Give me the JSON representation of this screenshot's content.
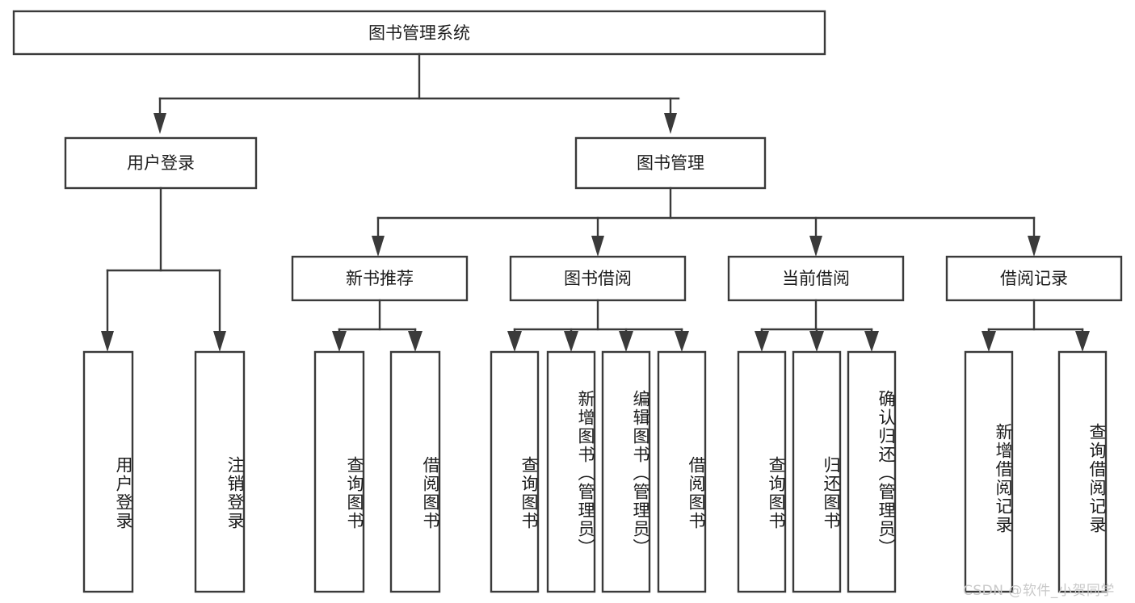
{
  "diagram": {
    "title": "图书管理系统",
    "type": "tree",
    "watermark": "CSDN @软件_小贺同学",
    "colors": {
      "stroke": "#3a3a3a",
      "fill": "#ffffff",
      "text": "#1c1c1c",
      "watermark": "#c9c9c9",
      "background": "#ffffff"
    },
    "root": {
      "label": "图书管理系统"
    },
    "level1": [
      {
        "label": "用户登录"
      },
      {
        "label": "图书管理"
      }
    ],
    "level2": [
      {
        "label": "新书推荐"
      },
      {
        "label": "图书借阅"
      },
      {
        "label": "当前借阅"
      },
      {
        "label": "借阅记录"
      }
    ],
    "leaves": {
      "user_login": [
        {
          "label": "用户登录"
        },
        {
          "label": "注销登录"
        }
      ],
      "new_book_recommend": [
        {
          "label": "查询图书"
        },
        {
          "label": "借阅图书"
        }
      ],
      "book_borrow": [
        {
          "label": "查询图书"
        },
        {
          "label": "新增图书（管理员）"
        },
        {
          "label": "编辑图书（管理员）"
        },
        {
          "label": "借阅图书"
        }
      ],
      "current_borrow": [
        {
          "label": "查询图书"
        },
        {
          "label": "归还图书"
        },
        {
          "label": "确认归还（管理员）"
        }
      ],
      "borrow_record": [
        {
          "label": "新增借阅记录"
        },
        {
          "label": "查询借阅记录"
        }
      ]
    }
  }
}
